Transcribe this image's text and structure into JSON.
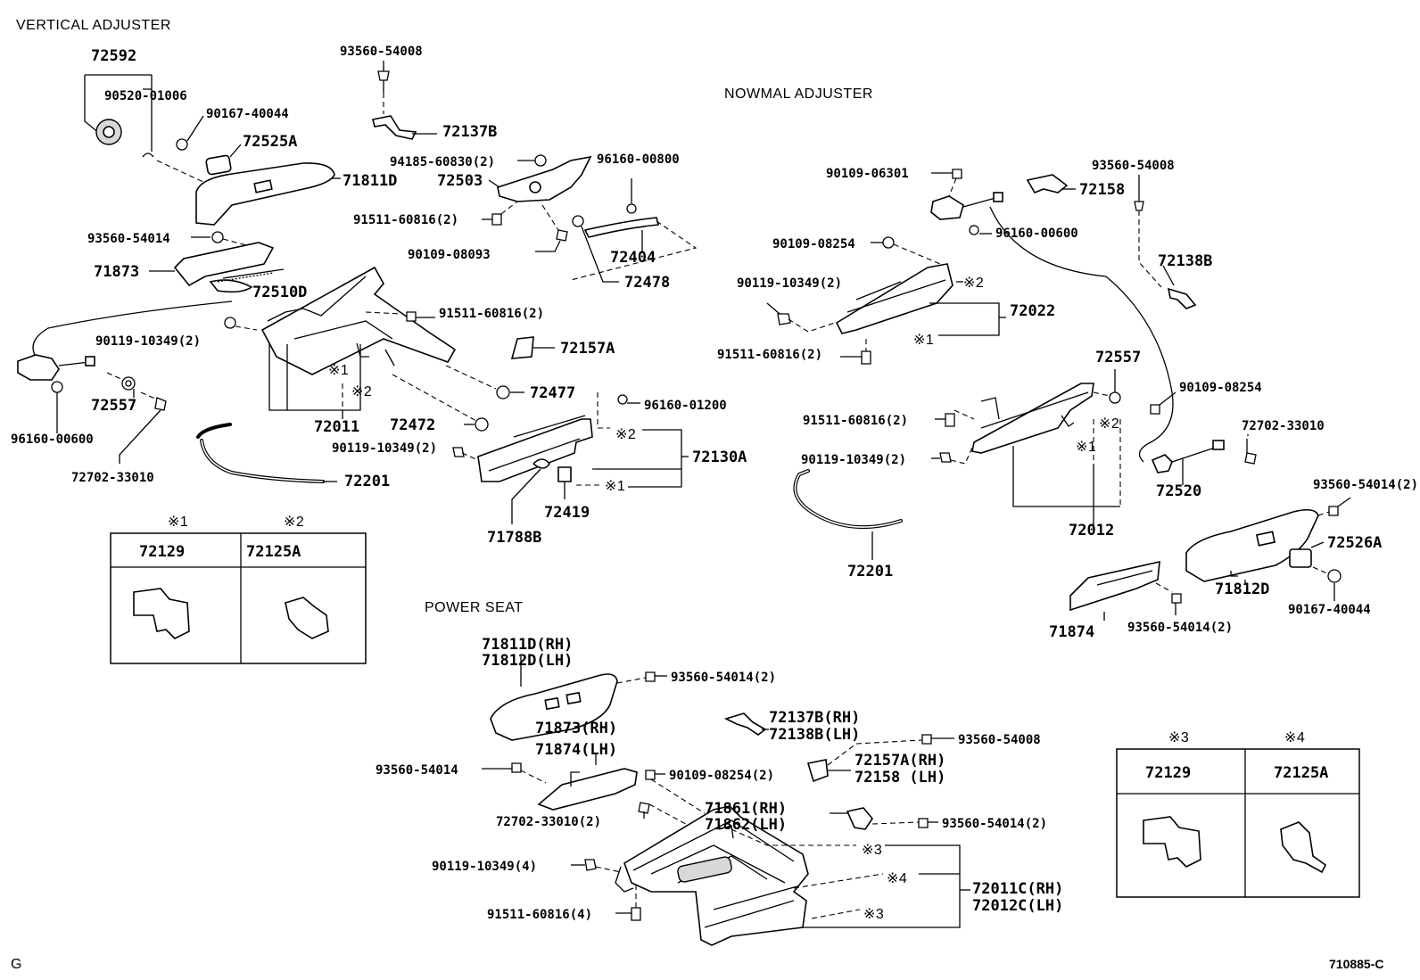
{
  "sections": {
    "vertical": "VERTICAL ADJUSTER",
    "normal": "NOWMAL ADJUSTER",
    "power": "POWER SEAT"
  },
  "marks": {
    "m1": "※1",
    "m2": "※2",
    "m3": "※3",
    "m4": "※4"
  },
  "footer": {
    "left_mark": "G",
    "drawing_code": "710885-C"
  },
  "legend_left": {
    "head1": "※1",
    "head2": "※2",
    "part1": "72129",
    "part2": "72125A"
  },
  "legend_right": {
    "head1": "※3",
    "head2": "※4",
    "part1": "72129",
    "part2": "72125A"
  },
  "labels": {
    "v_72592": "72592",
    "v_90520": "90520-01006",
    "v_90167": "90167-40044",
    "v_72525A": "72525A",
    "v_71811D": "71811D",
    "v_93560_54014": "93560-54014",
    "v_71873": "71873",
    "v_72510D": "72510D",
    "v_90119": "90119-10349(2)",
    "v_72557": "72557",
    "v_96160_00600": "96160-00600",
    "v_72702": "72702-33010",
    "v_72011": "72011",
    "v_72201": "72201",
    "v_93560_54008": "93560-54008",
    "v_72137B": "72137B",
    "v_94185": "94185-60830(2)",
    "v_72503": "72503",
    "v_96160_00800": "96160-00800",
    "v_91511_a": "91511-60816(2)",
    "v_90109_08093": "90109-08093",
    "v_72404": "72404",
    "v_72478": "72478",
    "v_91511_b": "91511-60816(2)",
    "v_72157A": "72157A",
    "v_72477": "72477",
    "v_96160_01200": "96160-01200",
    "v_72472": "72472",
    "v_90119_b": "90119-10349(2)",
    "v_72130A": "72130A",
    "v_72419": "72419",
    "v_71788B": "71788B",
    "n_90109_06301": "90109-06301",
    "n_93560_54008": "93560-54008",
    "n_72158": "72158",
    "n_96160_00600": "96160-00600",
    "n_90109_08254_a": "90109-08254",
    "n_72138B": "72138B",
    "n_90119": "90119-10349(2)",
    "n_72022": "72022",
    "n_91511_a": "91511-60816(2)",
    "n_72557": "72557",
    "n_90109_08254_b": "90109-08254",
    "n_91511_b": "91511-60816(2)",
    "n_72702": "72702-33010",
    "n_90119_b": "90119-10349(2)",
    "n_72520": "72520",
    "n_72012": "72012",
    "n_93560_54014_a": "93560-54014(2)",
    "n_72526A": "72526A",
    "n_72201": "72201",
    "n_71812D": "71812D",
    "n_90167": "90167-40044",
    "n_71874": "71874",
    "n_93560_54014_b": "93560-54014(2)",
    "p_71811D": "71811D(RH)",
    "p_71812D": "71812D(LH)",
    "p_93560_54014_a": "93560-54014(2)",
    "p_72137B": "72137B(RH)",
    "p_72138B": "72138B(LH)",
    "p_71873": "71873(RH)",
    "p_71874": "71874(LH)",
    "p_93560_54008": "93560-54008",
    "p_72157A": "72157A(RH)",
    "p_72158": "72158 (LH)",
    "p_93560_54014_b": "93560-54014",
    "p_90109": "90109-08254(2)",
    "p_71861": "71861(RH)",
    "p_71862": "71862(LH)",
    "p_93560_54014_c": "93560-54014(2)",
    "p_72702": "72702-33010(2)",
    "p_90119": "90119-10349(4)",
    "p_72011C": "72011C(RH)",
    "p_72012C": "72012C(LH)",
    "p_91511": "91511-60816(4)"
  }
}
